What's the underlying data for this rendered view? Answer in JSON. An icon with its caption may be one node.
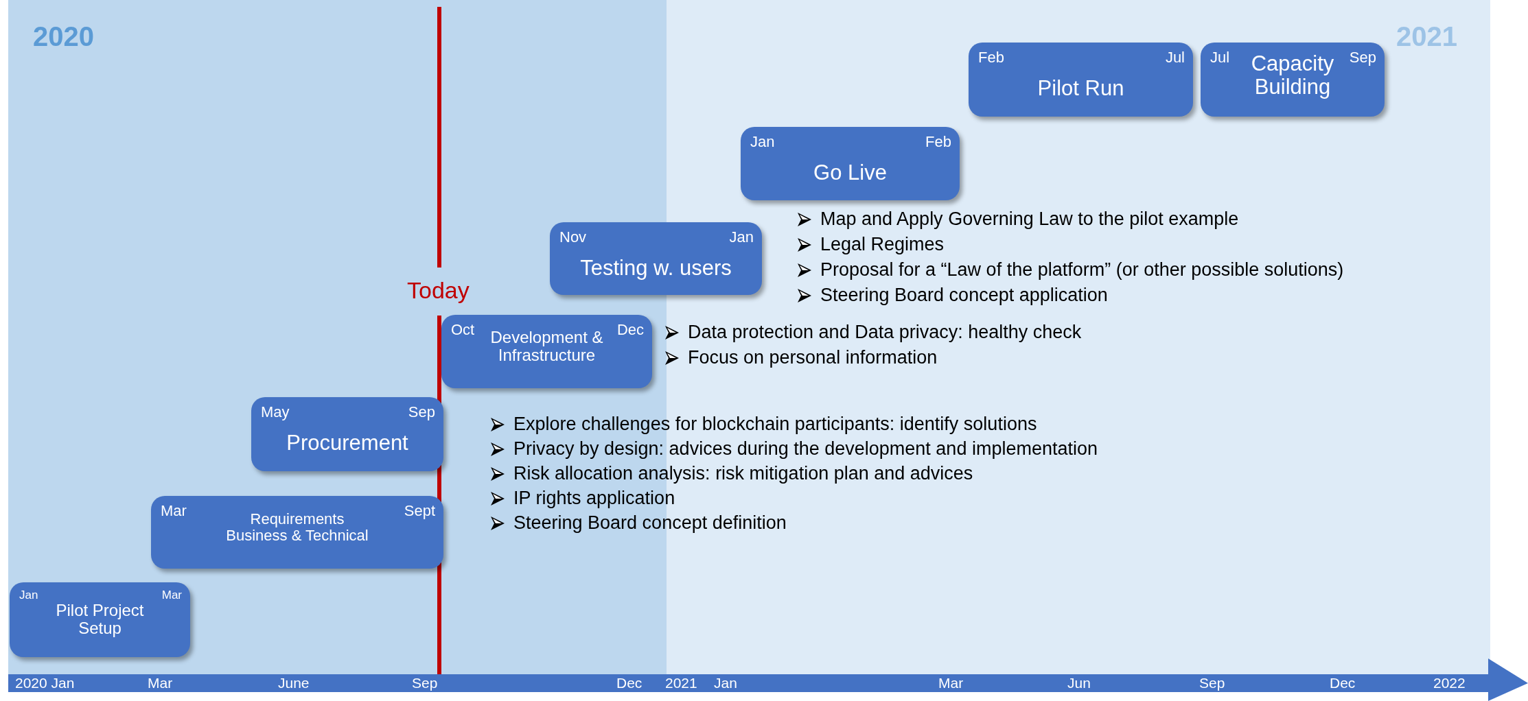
{
  "diagram": {
    "nodes": [
      {
        "text": [
          "Jan",
          "Mar",
          "Pilot Project Setup"
        ]
      },
      {
        "text": [
          "Mar",
          "Sept",
          "Requirements Business & Technical"
        ]
      },
      {
        "text": [
          "May",
          "Sep",
          "Procurement"
        ]
      },
      {
        "text": [
          "Oct",
          "Dec",
          "Development & Infrastructure"
        ]
      },
      {
        "text": [
          "Nov",
          "Jan",
          "Testing w. users"
        ]
      },
      {
        "text": [
          "Jan",
          "Feb",
          "Go Live"
        ]
      },
      {
        "text": [
          "Feb",
          "Jul",
          "Pilot Run"
        ]
      },
      {
        "text": [
          "Jul",
          "Capacity Building",
          "Sep"
        ]
      }
    ],
    "labels": [
      "2020",
      "2021",
      "Today",
      "Map and Apply Governing Law to the pilot example",
      "Legal Regimes",
      "Proposal for a “Law of the platform” (or other possible solutions)",
      "Steering Board concept application",
      "Data protection and Data privacy: healthy check",
      "Focus on personal information",
      "Explore challenges for blockchain participants: identify solutions",
      "Privacy by design: advices during the development and implementation",
      "Risk allocation analysis: risk mitigation plan and advices",
      "IP rights application",
      "Steering Board concept definition",
      "2020 Jan",
      "Mar",
      "June",
      "Sep",
      "Dec",
      "2021",
      "Jan",
      "Mar",
      "Jun",
      "Sep",
      "Dec",
      "2022"
    ]
  }
}
